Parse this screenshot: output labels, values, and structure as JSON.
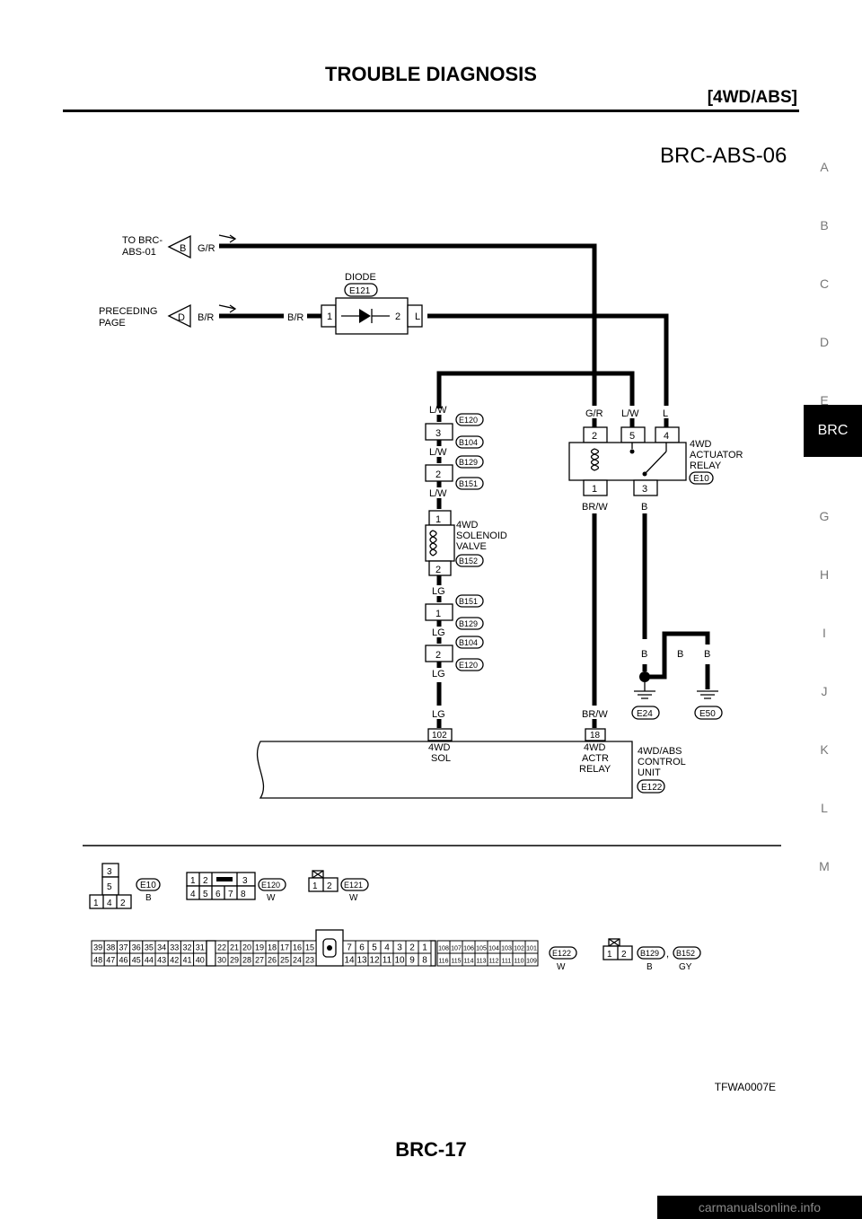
{
  "header": {
    "title": "TROUBLE DIAGNOSIS",
    "subtitle": "[4WD/ABS]"
  },
  "diagram_id": "BRC-ABS-06",
  "side_tabs": [
    {
      "label": "A",
      "active": false
    },
    {
      "label": "B",
      "active": false
    },
    {
      "label": "C",
      "active": false
    },
    {
      "label": "D",
      "active": false
    },
    {
      "label": "E",
      "active": false
    },
    {
      "label": "BRC",
      "active": true
    },
    {
      "label": "G",
      "active": false
    },
    {
      "label": "H",
      "active": false
    },
    {
      "label": "I",
      "active": false
    },
    {
      "label": "J",
      "active": false
    },
    {
      "label": "K",
      "active": false
    },
    {
      "label": "L",
      "active": false
    },
    {
      "label": "M",
      "active": false
    }
  ],
  "diagram": {
    "to_brc": {
      "line1": "TO BRC-",
      "line2": "ABS-01",
      "conn": "B",
      "wire": "G/R"
    },
    "preceding": {
      "line1": "PRECEDING",
      "line2": "PAGE",
      "conn": "D",
      "wire": "B/R"
    },
    "diode": {
      "label": "DIODE",
      "conn": "E121",
      "pin1": "1",
      "pin2": "2",
      "wire_in": "B/R",
      "wire_out": "L"
    },
    "left_chain": {
      "w1": "L/W",
      "c1": "E120",
      "pin3": "3",
      "c2": "B104",
      "w2": "L/W",
      "c3": "B129",
      "pin2a": "2",
      "c4": "B151",
      "w3": "L/W",
      "sol_pin1": "1",
      "sol_l1": "4WD",
      "sol_l2": "SOLENOID",
      "sol_l3": "VALVE",
      "sol_conn": "B152",
      "sol_pin2": "2",
      "w4": "LG",
      "c5": "B151",
      "pin1b": "1",
      "c6": "B129",
      "w5": "LG",
      "c7": "B104",
      "pin2b": "2",
      "c8": "E120",
      "w6": "LG",
      "w7": "LG",
      "term": "102"
    },
    "relay": {
      "w_gr": "G/R",
      "w_lw": "L/W",
      "w_l": "L",
      "pin2": "2",
      "pin5": "5",
      "pin4": "4",
      "pin1": "1",
      "pin3": "3",
      "l1": "4WD",
      "l2": "ACTUATOR",
      "l3": "RELAY",
      "conn": "E10",
      "w_brw": "BR/W",
      "w_b": "B"
    },
    "ground": {
      "w1": "B",
      "w2": "B",
      "w3": "B",
      "g1": "E24",
      "g2": "E50"
    },
    "unit": {
      "term102_wire": "LG",
      "term18_wire": "BR/W",
      "term18": "18",
      "sol_l1": "4WD",
      "sol_l2": "SOL",
      "actr_l1": "4WD",
      "actr_l2": "ACTR",
      "actr_l3": "RELAY",
      "name_l1": "4WD/ABS",
      "name_l2": "CONTROL",
      "name_l3": "UNIT",
      "conn": "E122"
    },
    "connectors": {
      "e10": {
        "r1": "3",
        "r2": "5",
        "r3": [
          "1",
          "4",
          "2"
        ],
        "name": "E10",
        "color": "B"
      },
      "e120": {
        "r1": [
          "1",
          "2",
          "3"
        ],
        "r2": [
          "4",
          "5",
          "6",
          "7",
          "8"
        ],
        "name": "E120",
        "color": "W"
      },
      "e121": {
        "pins": [
          "1",
          "2"
        ],
        "name": "E121",
        "color": "W"
      },
      "e122": {
        "top_a": [
          "39",
          "38",
          "37",
          "36",
          "35",
          "34",
          "33",
          "32",
          "31"
        ],
        "bot_a": [
          "48",
          "47",
          "46",
          "45",
          "44",
          "43",
          "42",
          "41",
          "40"
        ],
        "top_b": [
          "22",
          "21",
          "20",
          "19",
          "18",
          "17",
          "16",
          "15"
        ],
        "bot_b": [
          "30",
          "29",
          "28",
          "27",
          "26",
          "25",
          "24",
          "23"
        ],
        "top_c": [
          "7",
          "6",
          "5",
          "4",
          "3",
          "2",
          "1"
        ],
        "bot_c": [
          "14",
          "13",
          "12",
          "11",
          "10",
          "9",
          "8"
        ],
        "top_d": [
          "108",
          "107",
          "106",
          "105",
          "104",
          "103",
          "102",
          "101"
        ],
        "bot_d": [
          "116",
          "115",
          "114",
          "113",
          "112",
          "111",
          "110",
          "109"
        ],
        "name": "E122",
        "color": "W"
      },
      "b129": {
        "pins": [
          "1",
          "2"
        ],
        "name1": "B129",
        "color1": "B",
        "sep": ",",
        "name2": "B152",
        "color2": "GY"
      }
    }
  },
  "footer_code": "TFWA0007E",
  "page_number": "BRC-17",
  "watermark": "carmanualsonline.info"
}
